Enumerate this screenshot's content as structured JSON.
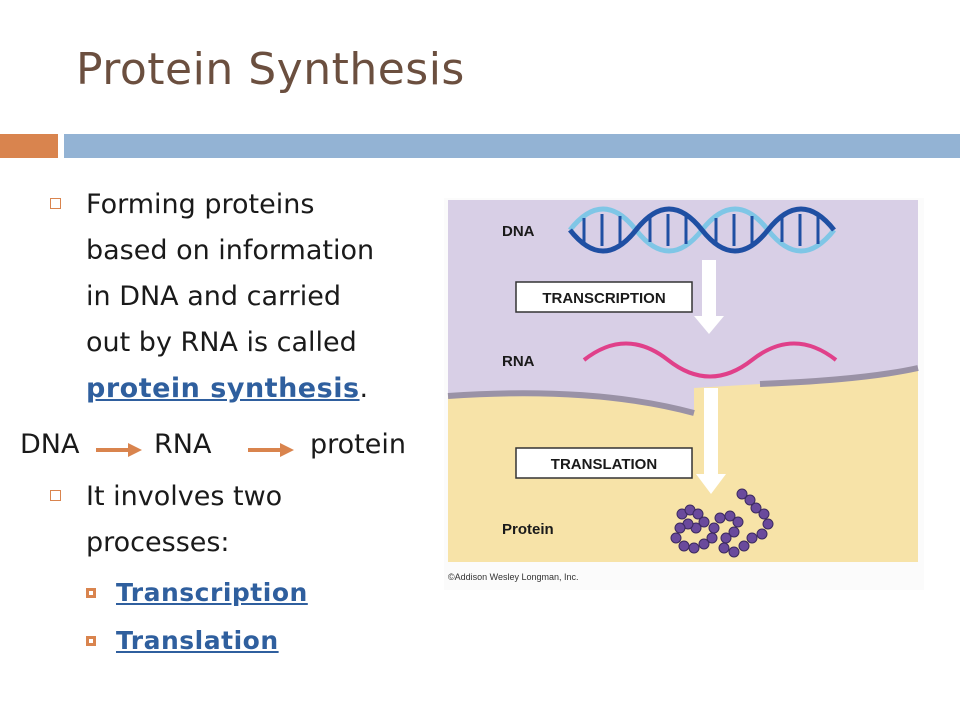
{
  "slide": {
    "title": "Protein Synthesis"
  },
  "bullets": {
    "b1_lines": [
      "Forming proteins",
      "based on information",
      "in DNA and carried",
      "out by RNA is called"
    ],
    "b1_link": "protein synthesis",
    "b1_period": ".",
    "flow": {
      "dna": "DNA",
      "rna": "RNA",
      "protein": "protein"
    },
    "b2_lines": [
      "It involves two",
      "processes:"
    ],
    "sub_items": [
      "Transcription",
      "Translation"
    ]
  },
  "figure": {
    "labels": {
      "dna": "DNA",
      "transcription": "TRANSCRIPTION",
      "rna": "RNA",
      "translation": "TRANSLATION",
      "protein": "Protein",
      "credit": "©Addison Wesley Longman, Inc."
    }
  },
  "colors": {
    "title": "#6b4f3f",
    "accent_orange": "#d9844e",
    "accent_blue": "#93b3d4",
    "link": "#2f5f9e",
    "nucleus": "#d8cfe6",
    "cytoplasm": "#f7e3a8",
    "dna_dark": "#1f4fa3",
    "dna_light": "#7fc6e6",
    "rna": "#e0408a",
    "protein": "#6a4a9c"
  }
}
